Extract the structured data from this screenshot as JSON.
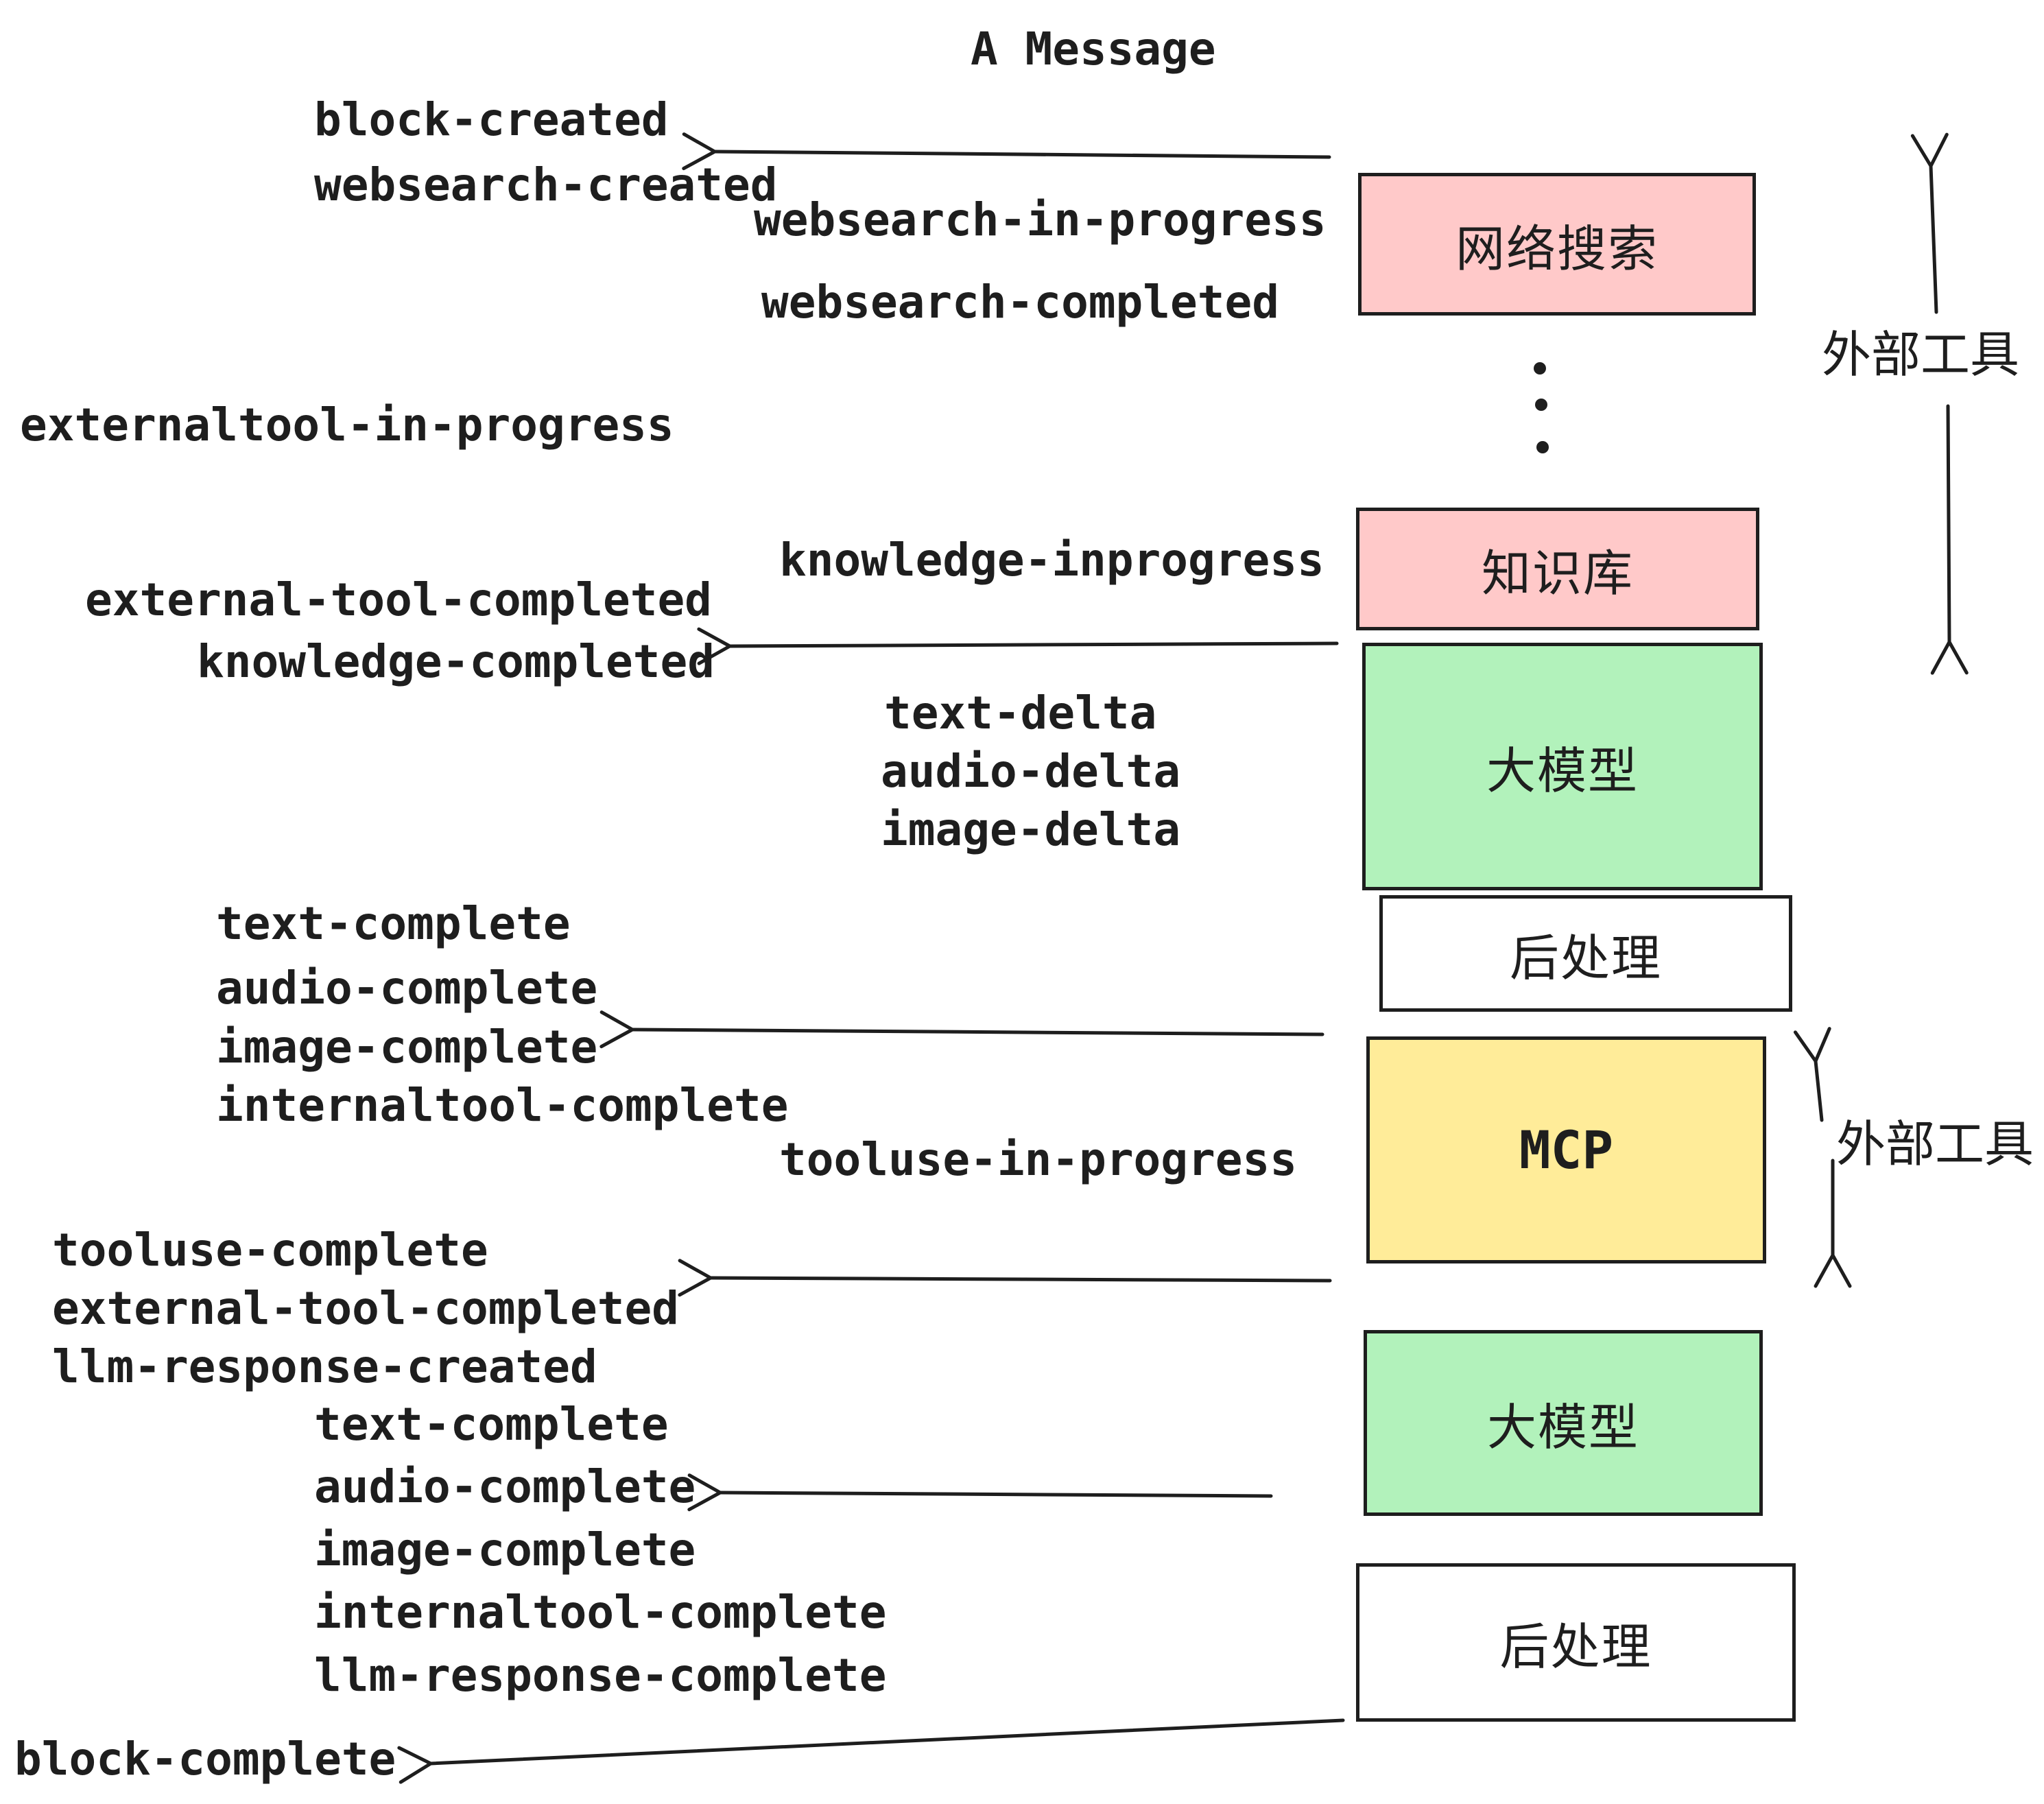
{
  "title": "A Message",
  "colors": {
    "ink": "#1e1e1e",
    "pink": "#FFC9C9",
    "green": "#B2F2BB",
    "yellow": "#FFEC99",
    "white": "#ffffff"
  },
  "boxes": [
    {
      "id": "websearch",
      "label": "网络搜索"
    },
    {
      "id": "knowledge",
      "label": "知识库"
    },
    {
      "id": "llm-1",
      "label": "大模型"
    },
    {
      "id": "postprocess-1",
      "label": "后处理"
    },
    {
      "id": "mcp",
      "label": "MCP"
    },
    {
      "id": "llm-2",
      "label": "大模型"
    },
    {
      "id": "postprocess-2",
      "label": "后处理"
    }
  ],
  "events": [
    {
      "id": "block-created",
      "label": "block-created"
    },
    {
      "id": "websearch-created",
      "label": "websearch-created"
    },
    {
      "id": "websearch-in-progress",
      "label": "websearch-in-progress"
    },
    {
      "id": "websearch-completed",
      "label": "websearch-completed"
    },
    {
      "id": "externaltool-in-progress",
      "label": "externaltool-in-progress"
    },
    {
      "id": "knowledge-inprogress",
      "label": "knowledge-inprogress"
    },
    {
      "id": "external-tool-completed-1",
      "label": "external-tool-completed"
    },
    {
      "id": "knowledge-completed",
      "label": "knowledge-completed"
    },
    {
      "id": "text-delta-1",
      "label": "text-delta"
    },
    {
      "id": "audio-delta-1",
      "label": "audio-delta"
    },
    {
      "id": "image-delta-1",
      "label": "image-delta"
    },
    {
      "id": "text-complete-1",
      "label": "text-complete"
    },
    {
      "id": "audio-complete-1",
      "label": "audio-complete"
    },
    {
      "id": "image-complete-1",
      "label": "image-complete"
    },
    {
      "id": "internaltool-complete-1",
      "label": "internaltool-complete"
    },
    {
      "id": "tooluse-in-progress",
      "label": "tooluse-in-progress"
    },
    {
      "id": "tooluse-complete",
      "label": "tooluse-complete"
    },
    {
      "id": "external-tool-completed-2",
      "label": "external-tool-completed"
    },
    {
      "id": "llm-response-created",
      "label": "llm-response-created"
    },
    {
      "id": "text-complete-2",
      "label": "text-complete"
    },
    {
      "id": "audio-complete-2",
      "label": "audio-complete"
    },
    {
      "id": "image-complete-2",
      "label": "image-complete"
    },
    {
      "id": "internaltool-complete-2",
      "label": "internaltool-complete"
    },
    {
      "id": "llm-response-complete",
      "label": "llm-response-complete"
    },
    {
      "id": "block-complete",
      "label": "block-complete"
    }
  ],
  "annotations": {
    "external_tools_1": "外部工具",
    "external_tools_2": "外部工具"
  },
  "icons": {
    "arrows": "left-pointing event arrows",
    "double_arrows": "vertical double-headed range arrows",
    "ellipsis_dots": "vertical ellipsis between websearch and knowledge boxes"
  }
}
